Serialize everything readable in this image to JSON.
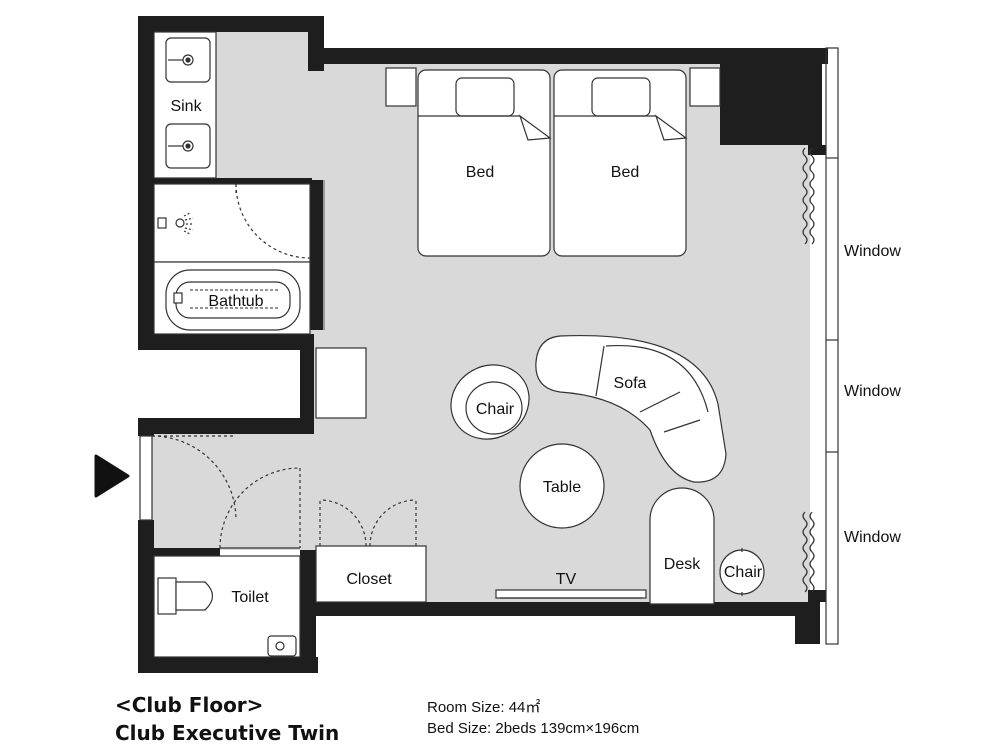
{
  "plan": {
    "labels": {
      "sink": "Sink",
      "bathtub": "Bathtub",
      "bed_left": "Bed",
      "bed_right": "Bed",
      "chair_lounge": "Chair",
      "sofa": "Sofa",
      "table": "Table",
      "toilet": "Toilet",
      "closet": "Closet",
      "tv": "TV",
      "desk": "Desk",
      "chair_desk": "Chair",
      "window_1": "Window",
      "window_2": "Window",
      "window_3": "Window"
    },
    "colors": {
      "floor": "#d9d9d9",
      "wall": "#1e1e1e",
      "furniture": "#ffffff",
      "outline": "#333333"
    },
    "entrance_icon": "entrance-arrow-icon"
  },
  "caption": {
    "floor": "<Club Floor>",
    "room_type": "Club Executive Twin",
    "room_size": "Room Size: 44㎡",
    "bed_size": "Bed Size: 2beds 139cm×196cm"
  }
}
